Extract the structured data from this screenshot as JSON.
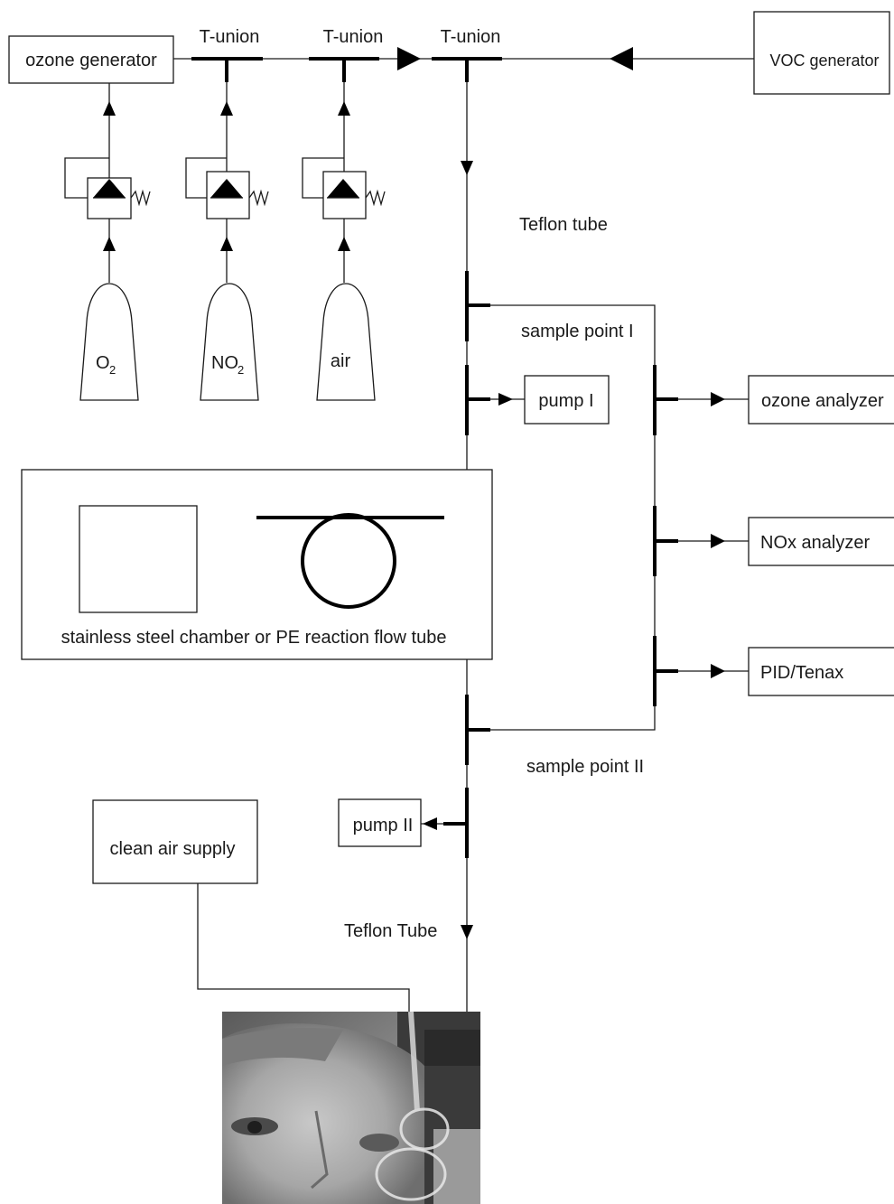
{
  "labels": {
    "ozone_generator": "ozone generator",
    "voc_generator": "VOC generator",
    "t_union_1": "T-union",
    "t_union_2": "T-union",
    "t_union_3": "T-union",
    "cylinder_o2": "O",
    "cylinder_o2_sub": "2",
    "cylinder_no2": "NO",
    "cylinder_no2_sub": "2",
    "cylinder_air": "air",
    "teflon_tube_top": "Teflon tube",
    "sample_point_1": "sample point I",
    "pump_1": "pump I",
    "ozone_analyzer": "ozone analyzer",
    "nox_analyzer": "NOx analyzer",
    "pid_tenax": "PID/Tenax",
    "chamber": "stainless steel chamber or PE reaction flow tube",
    "sample_point_2": "sample point II",
    "pump_2": "pump II",
    "clean_air_supply": "clean air supply",
    "teflon_tube_bottom": "Teflon Tube"
  },
  "photo": {
    "icon": "face-with-exposure-mask-photo"
  },
  "colors": {
    "line": "#1a1a1a",
    "background": "#ffffff"
  }
}
